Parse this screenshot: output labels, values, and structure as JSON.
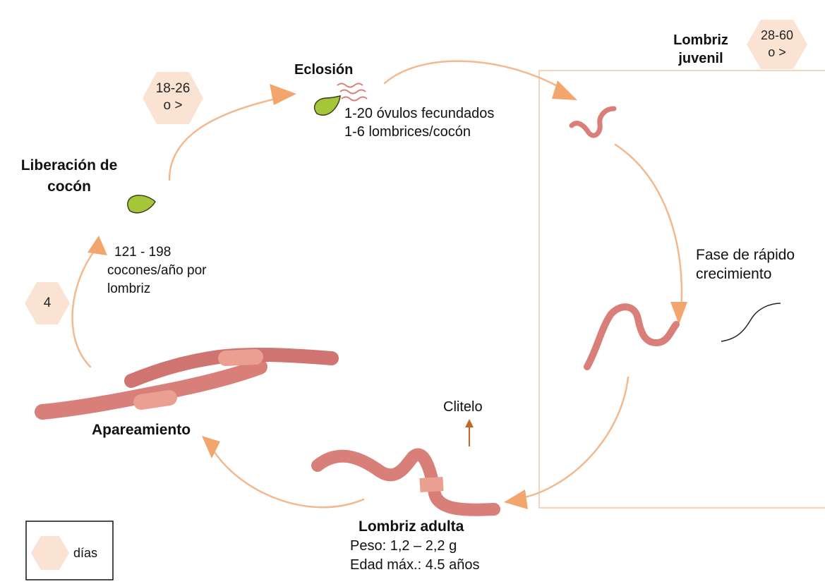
{
  "colors": {
    "arrow": "#f3b98e",
    "arrow_head": "#f2a66e",
    "hexagon": "#fbe3d3",
    "worm": "#d97f7a",
    "worm_dark": "#b5504f",
    "clitellum": "#eaa090",
    "cocoon": "#a6c63a",
    "small_arrow": "#c0672a"
  },
  "stages": {
    "hatching": {
      "title": "Eclosión",
      "line1": "1-20 óvulos fecundados",
      "line2": "1-6 lombrices/cocón"
    },
    "juvenile": {
      "title_line1": "Lombriz",
      "title_line2": "juvenil"
    },
    "rapid_growth": {
      "line1": "Fase de rápido",
      "line2": "crecimiento"
    },
    "adult": {
      "title": "Lombriz adulta",
      "weight": "Peso: 1,2 – 2,2 g",
      "max_age": "Edad máx.: 4.5 años",
      "clitellum": "Clitelo"
    },
    "mating": {
      "title": "Apareamiento"
    },
    "cocoon_release": {
      "title_line1": "Liberación de",
      "title_line2": "cocón",
      "line1": "121 - 198",
      "line2": "cocones/año por",
      "line3": "lombriz"
    }
  },
  "durations": {
    "hatching_days": {
      "line1": "18-26",
      "line2": "o >"
    },
    "juvenile_days": {
      "line1": "28-60",
      "line2": "o >"
    },
    "mating_days": {
      "line1": "4"
    }
  },
  "legend": {
    "label": "días",
    "icon": "hexagon-icon"
  }
}
